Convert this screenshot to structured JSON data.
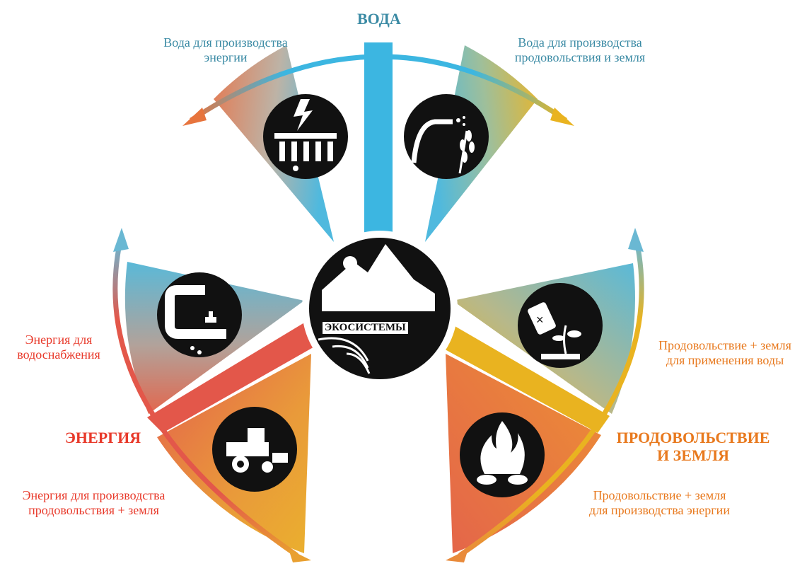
{
  "headers": {
    "water": "ВОДА",
    "energy": "ЭНЕРГИЯ",
    "food_line1": "ПРОДОВОЛЬСТВИЕ",
    "food_line2": "И ЗЕМЛЯ"
  },
  "center": {
    "label": "ЭКОСИСТЕМЫ",
    "icon": "mountain-ecosystem-icon"
  },
  "links": {
    "water_for_energy": {
      "line1": "Вода для производства",
      "line2": "энергии",
      "icon": "hydro-dam-icon"
    },
    "water_for_food": {
      "line1": "Вода для производства",
      "line2": "продовольствия и земля",
      "icon": "irrigation-wheat-icon"
    },
    "energy_for_water": {
      "line1": "Энергия для",
      "line2": "водоснабжения",
      "icon": "water-pipe-tap-icon"
    },
    "energy_for_food": {
      "line1": "Энергия для производства",
      "line2": "продовольствия + земля",
      "icon": "tractor-icon"
    },
    "food_for_water": {
      "line1": "Продовольствие + земля",
      "line2": "для применения воды",
      "icon": "sprayer-plant-icon"
    },
    "food_for_energy": {
      "line1": "Продовольствие + земля",
      "line2": "для производства энергии",
      "icon": "fire-biomass-icon"
    }
  },
  "colors": {
    "water": "#3cb6e1",
    "energy": "#e3574a",
    "food": "#e9b320",
    "orange": "#e98a3a",
    "water_text": "#3a8aa4",
    "energy_text": "#e8392a",
    "food_text": "#e8791e"
  }
}
